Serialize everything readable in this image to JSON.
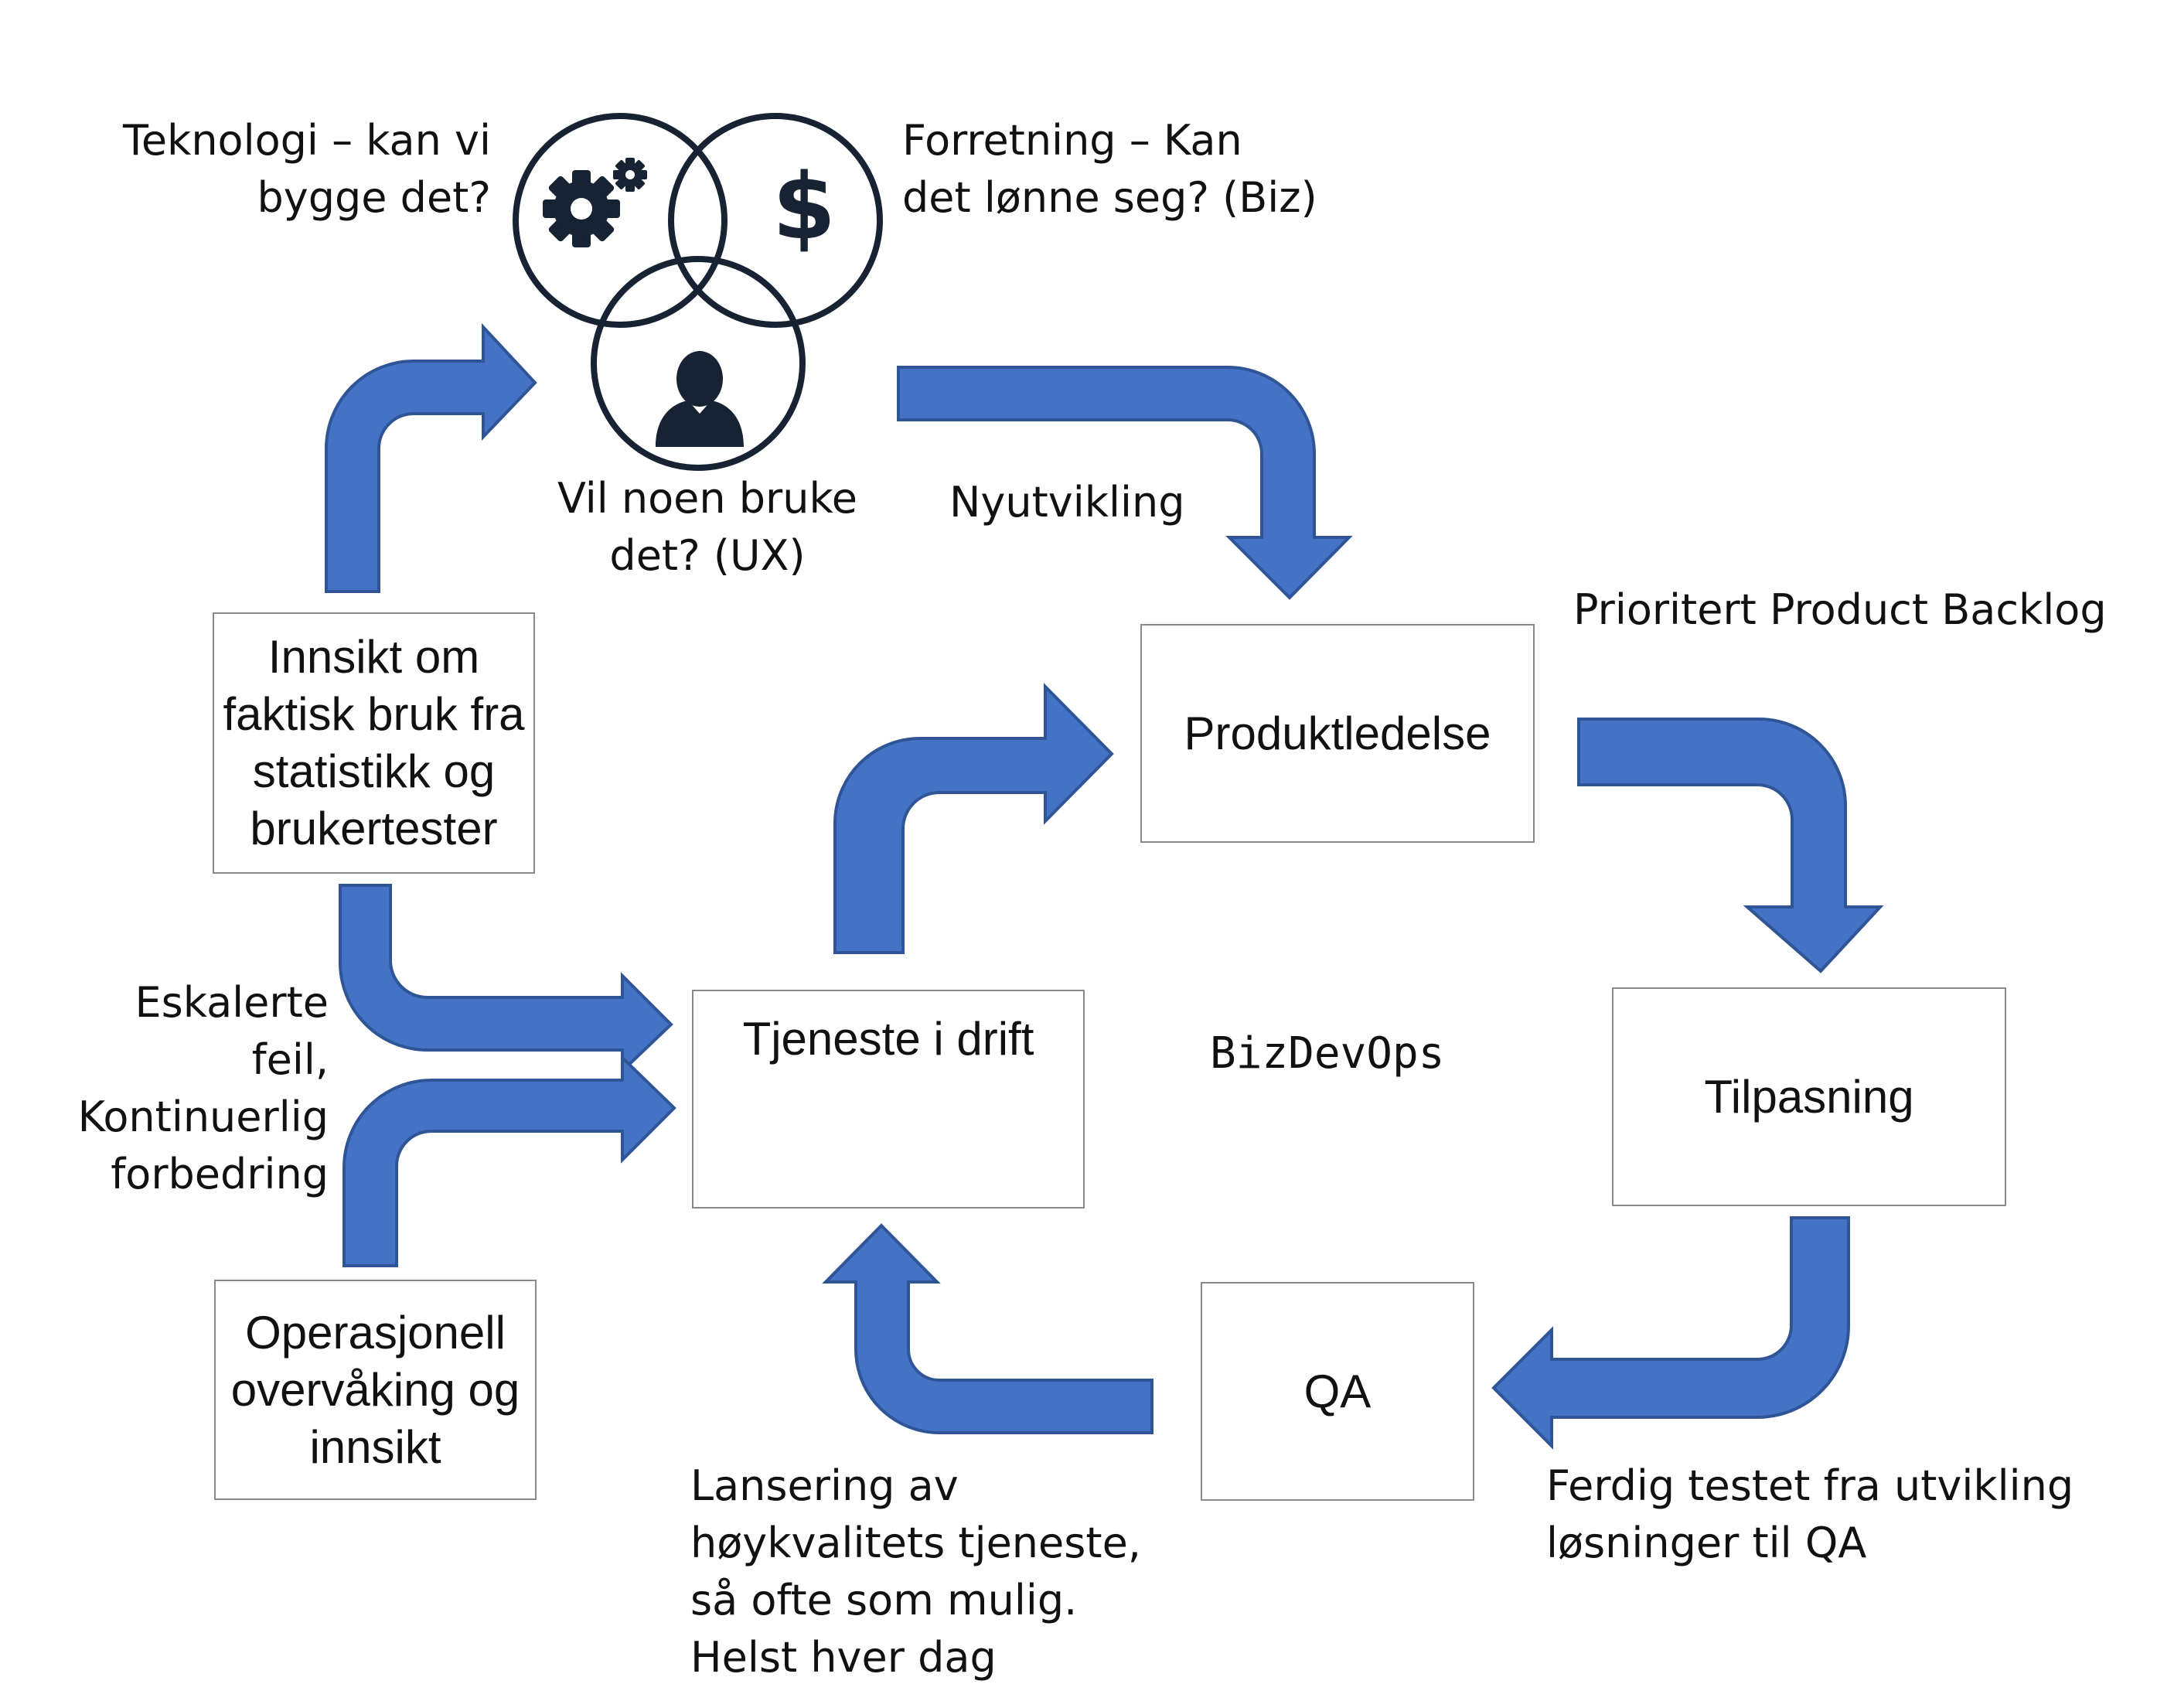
{
  "venn": {
    "tech_label": "Teknologi – kan vi bygge det?",
    "biz_label": "Forretning – Kan det lønne seg? (Biz)",
    "ux_label": "Vil noen bruke det? (UX)",
    "icons": [
      "gears-icon",
      "dollar-icon",
      "user-icon"
    ]
  },
  "labels": {
    "nyutvikling": "Nyutvikling",
    "backlog": "Prioritert Product Backlog",
    "bizdevops": "BizDevOps",
    "escalated": "Eskalerte feil, Kontinuerlig forbedring",
    "ferdig": "Ferdig testet fra utvikling løsninger til QA",
    "lansering": "Lansering av høykvalitets tjeneste, så ofte som mulig. Helst hver dag"
  },
  "boxes": {
    "produktledelse": "Produktledelse",
    "tilpasning": "Tilpasning",
    "qa": "QA",
    "tjeneste": "Tjeneste i drift",
    "innsikt": "Innsikt om faktisk bruk fra statistikk og brukertester",
    "operasjonell": "Operasjonell overvåking og innsikt"
  },
  "colors": {
    "arrow_fill": "#4472c4",
    "arrow_stroke": "#2f5597",
    "venn_stroke": "#172333",
    "refresh_green": "#4e8f2a",
    "box_border": "#8a8a8a"
  }
}
